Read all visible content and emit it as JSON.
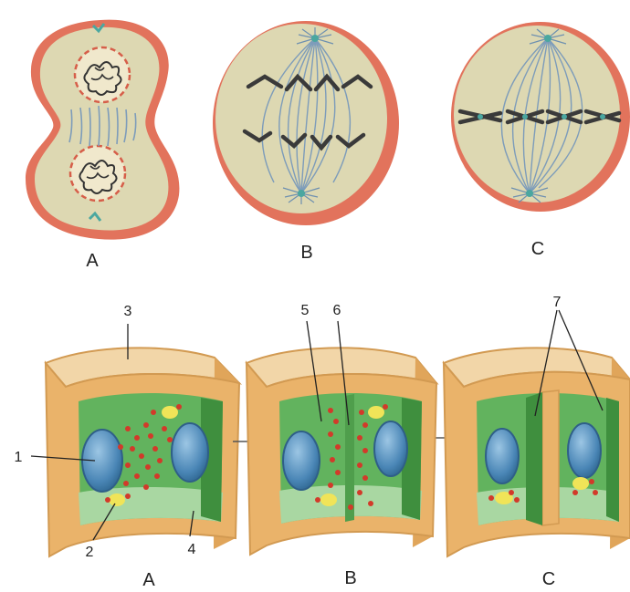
{
  "top_row": {
    "panels": [
      {
        "id": "a",
        "label": "A"
      },
      {
        "id": "b",
        "label": "B"
      },
      {
        "id": "c",
        "label": "C"
      }
    ]
  },
  "bottom_row": {
    "panels": [
      {
        "id": "a",
        "label": "A"
      },
      {
        "id": "b",
        "label": "B"
      },
      {
        "id": "c",
        "label": "C"
      }
    ],
    "callouts": [
      "1",
      "2",
      "3",
      "4",
      "5",
      "6",
      "7"
    ]
  },
  "colors": {
    "membrane": "#e8806a",
    "cytoplasm": "#ddd8b2",
    "spindle": "#6e90b0",
    "chromosome": "#3a3a3a",
    "wall": "#e8b46c",
    "wall_top": "#f2d6a8",
    "green": "#5fae5a",
    "nucleus": "#3e7fb0",
    "dots": "#d23a2a",
    "yellow": "#f2e45a"
  }
}
